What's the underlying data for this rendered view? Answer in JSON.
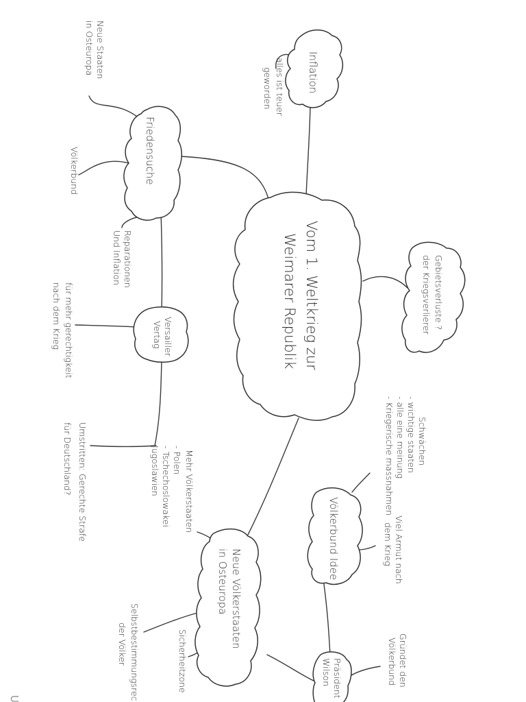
{
  "center": {
    "line1": "Vom 1. Weltkrieg zur",
    "line2": "Weimarer Republik"
  },
  "nodes": {
    "inflation": "Inflation",
    "friedenssuche": "Friedensuche",
    "versailler_line1": "Versailler",
    "versailler_line2": "Vertag",
    "gebietsverluste_line1": "Gebietsverluste ?",
    "gebietsverluste_line2": "der Kriegsverlierer",
    "voelkerstaaten_line1": "Neue Völkerstaaten",
    "voelkerstaaten_line2": "in Osteuropa",
    "voelkerbund_idee": "Völkerbund Idee",
    "praesident_line1": "Präsident",
    "praesident_line2": "Wilson"
  },
  "notes": {
    "neue_staaten_line1": "Neue Staaten",
    "neue_staaten_line2": "in Osteuropa",
    "alles_teurer_line1": "alles ist teuer",
    "alles_teurer_line2": "geworden",
    "voelkerbund": "Völkerbund",
    "reparationen_line1": "Reparationen",
    "reparationen_line2": "Und Inflation",
    "gerechtigkeit_line1": "für mehr gerechtigkeit",
    "gerechtigkeit_line2": "nach dem Krieg",
    "umstritten_line1": "Umstritten: Gerechte Strafe",
    "umstritten_line2": "für Deutschland?",
    "mehr_staaten_line1": "Mehr Völkerstaaten",
    "mehr_staaten_line2": "- Polen",
    "mehr_staaten_line3": "- Tschechoslowakei",
    "mehr_staaten_line4": "Jugoslawien",
    "schwaechen_line1": "Schwächen",
    "schwaechen_line2": "- wichtige staaten",
    "schwaechen_line3": "- alle eine meinung",
    "schwaechen_line4": "- Kriegerische massnahmen",
    "armut_line1": "Viel Armut nach",
    "armut_line2": "dem Krieg",
    "gruendet_line1": "Gründet den",
    "gruendet_line2": "Völkerbund",
    "selbstbestimmung_line1": "Selbstbestimmungsrecht",
    "selbstbestimmung_line2": "der Völker",
    "sicherheit": "Sicherheitzone",
    "edge_fragment": "U"
  }
}
